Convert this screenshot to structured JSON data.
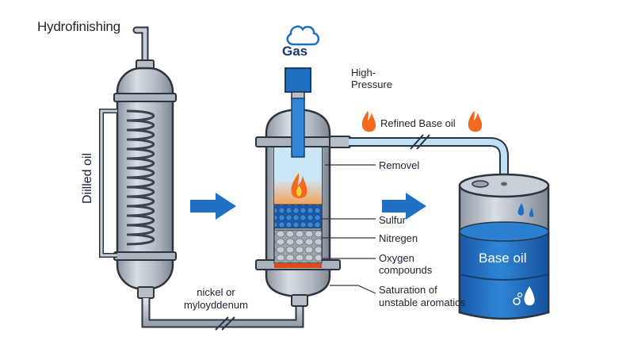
{
  "diagram": {
    "title": "Hydrofinishing",
    "gas_label": "Gas",
    "high_pressure_label": "High-\nPressure",
    "refined_label": "Refined Base oil",
    "distilled_label": "Diilled oil",
    "catalyst_label": "nickel or\nmyloyddenum",
    "reactor_labels": {
      "removel": "Removel",
      "sulfur": "Sulfur",
      "nitrogen": "Nitregen",
      "oxygen": "Oxygen\ncompounds",
      "saturation": "Saturation of\nunstable aromatics"
    },
    "drum_label": "Base oil",
    "colors": {
      "steel": "#a9b1bb",
      "steel_dark": "#5b6470",
      "blue": "#1f6fc2",
      "light_blue": "#bfe0f5",
      "flame": "#f26a1b",
      "outline": "#2b3440"
    },
    "icons": [
      "cloud-icon",
      "flame-icon",
      "water-drop-icon",
      "arrow-right-icon"
    ]
  }
}
